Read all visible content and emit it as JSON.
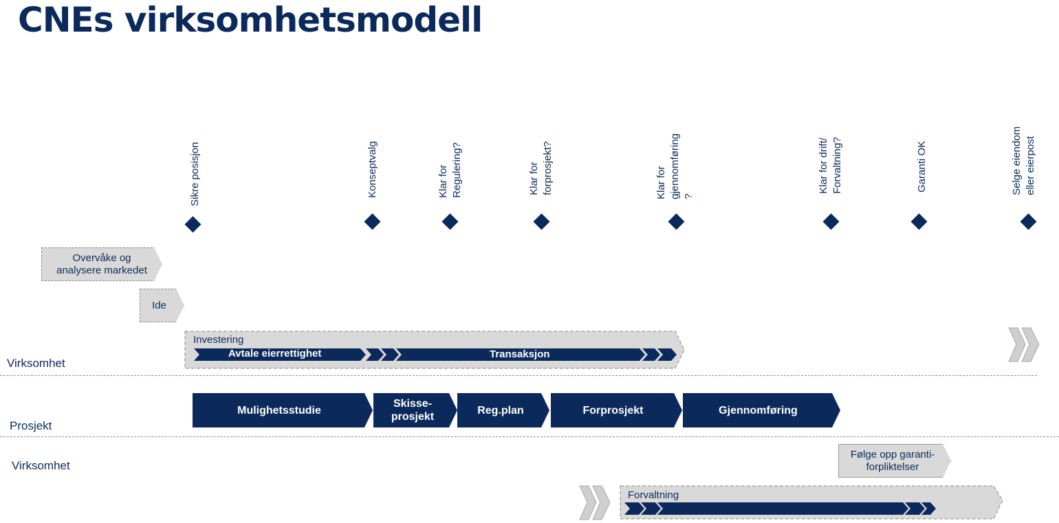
{
  "title": "CNEs virksomhetsmodell",
  "milestones": [
    {
      "lines": [
        "Sikre posisjon"
      ]
    },
    {
      "lines": [
        "Konseptvalg"
      ]
    },
    {
      "lines": [
        "Klar for",
        "Regulering?"
      ]
    },
    {
      "lines": [
        "Klar for",
        "forprosjekt?"
      ]
    },
    {
      "lines": [
        "Klar for",
        "gjennomføring",
        "?"
      ]
    },
    {
      "lines": [
        "Klar for drift/",
        "Forvaltning?"
      ]
    },
    {
      "lines": [
        "Garanti OK"
      ]
    },
    {
      "lines": [
        "Selge eiendom",
        "eller eierpost"
      ]
    }
  ],
  "rows": {
    "top": "Virksomhet",
    "middle": "Prosjekt",
    "bottom": "Virksomhet"
  },
  "pre_steps": {
    "monitor": "Overvåke og analysere markedet",
    "idea": "Ide"
  },
  "investering": {
    "label": "Investering",
    "phase1": "Avtale eierrettighet",
    "phase2": "Transaksjon"
  },
  "project_phases": [
    {
      "label": "Mulighetsstudie"
    },
    {
      "label": "Skisse-prosjekt"
    },
    {
      "label": "Reg.plan"
    },
    {
      "label": "Forprosjekt"
    },
    {
      "label": "Gjennomføring"
    }
  ],
  "forvaltning": {
    "label": "Forvaltning",
    "guarantee": "Følge opp garanti-forpliktelser"
  },
  "colors": {
    "navy": "#0b2a5b",
    "grey": "#d9d9d9",
    "chevron_grey": "#cfcfcf"
  }
}
